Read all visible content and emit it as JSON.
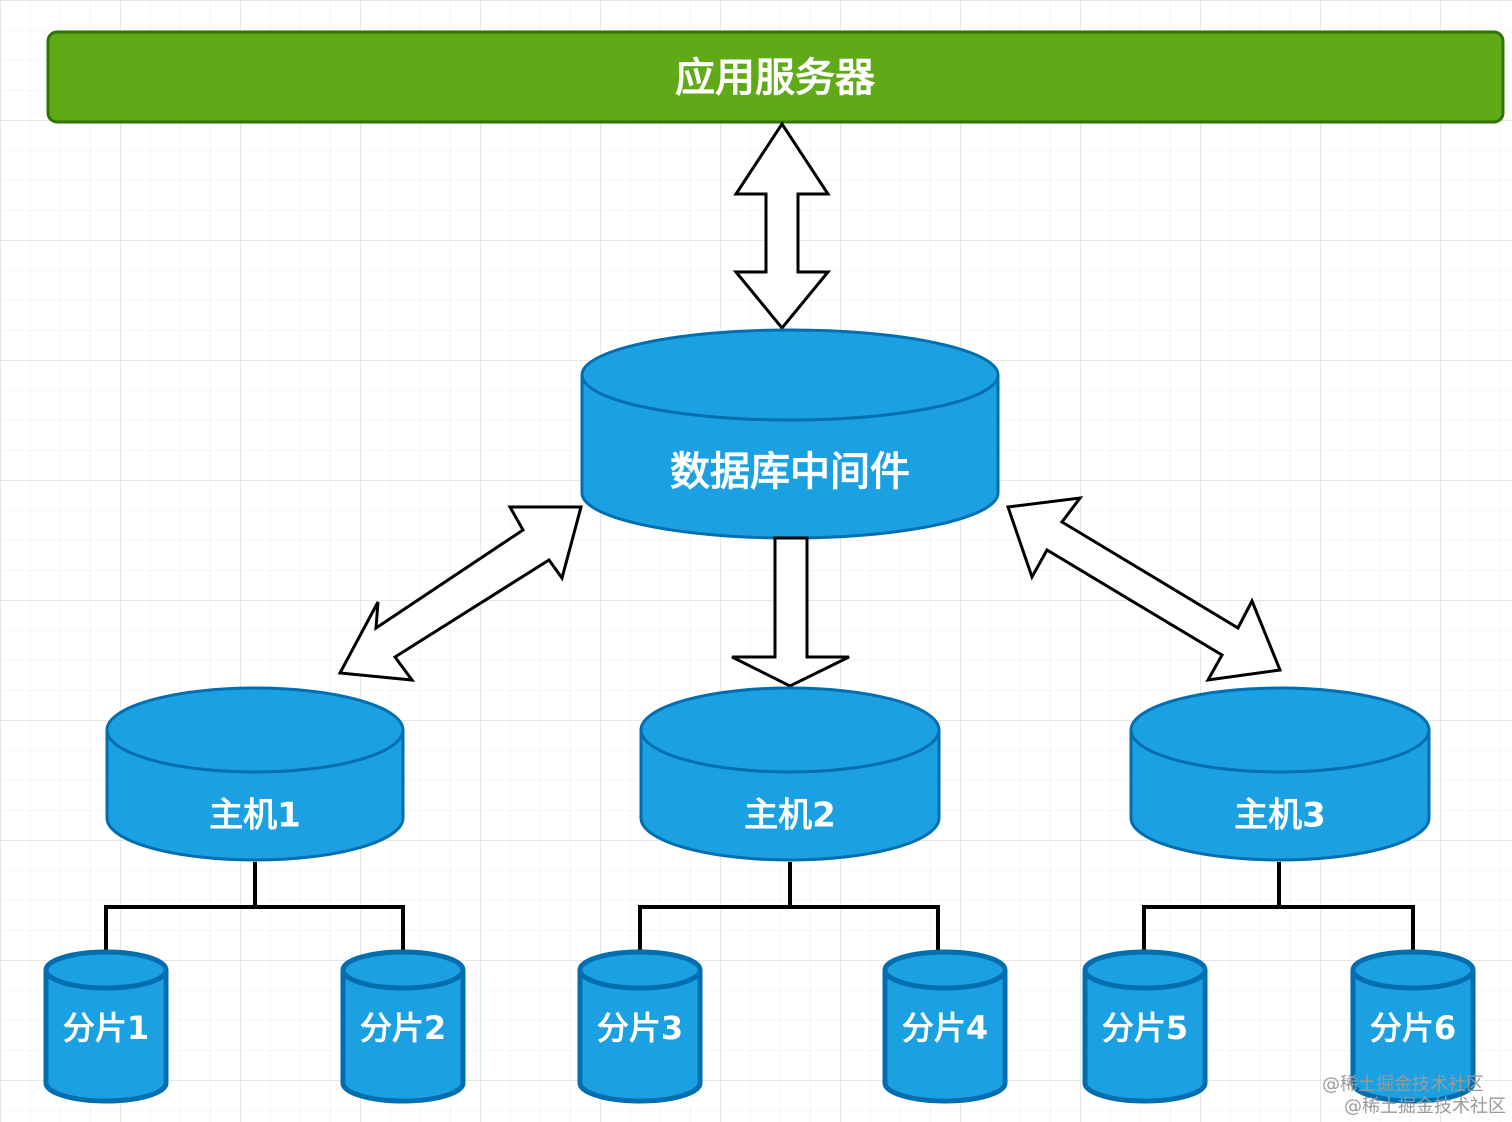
{
  "app_server": {
    "label": "应用服务器",
    "fill": "#60a917",
    "stroke": "#2d7600"
  },
  "middleware": {
    "label": "数据库中间件",
    "fill": "#1ba1e2",
    "stroke": "#006eaf"
  },
  "hosts": [
    {
      "label": "主机1"
    },
    {
      "label": "主机2"
    },
    {
      "label": "主机3"
    }
  ],
  "shards": [
    {
      "label": "分片1"
    },
    {
      "label": "分片2"
    },
    {
      "label": "分片3"
    },
    {
      "label": "分片4"
    },
    {
      "label": "分片5"
    },
    {
      "label": "分片6"
    }
  ],
  "watermark": {
    "line1": "@稀土掘金技术社区",
    "line2": "@稀土掘金技术社区"
  },
  "colors": {
    "grid": "#e6e6e6",
    "cylinder_fill": "#1ba1e2",
    "cylinder_stroke": "#006eaf",
    "arrow_fill": "#ffffff",
    "arrow_stroke": "#000000",
    "connector": "#000000"
  }
}
